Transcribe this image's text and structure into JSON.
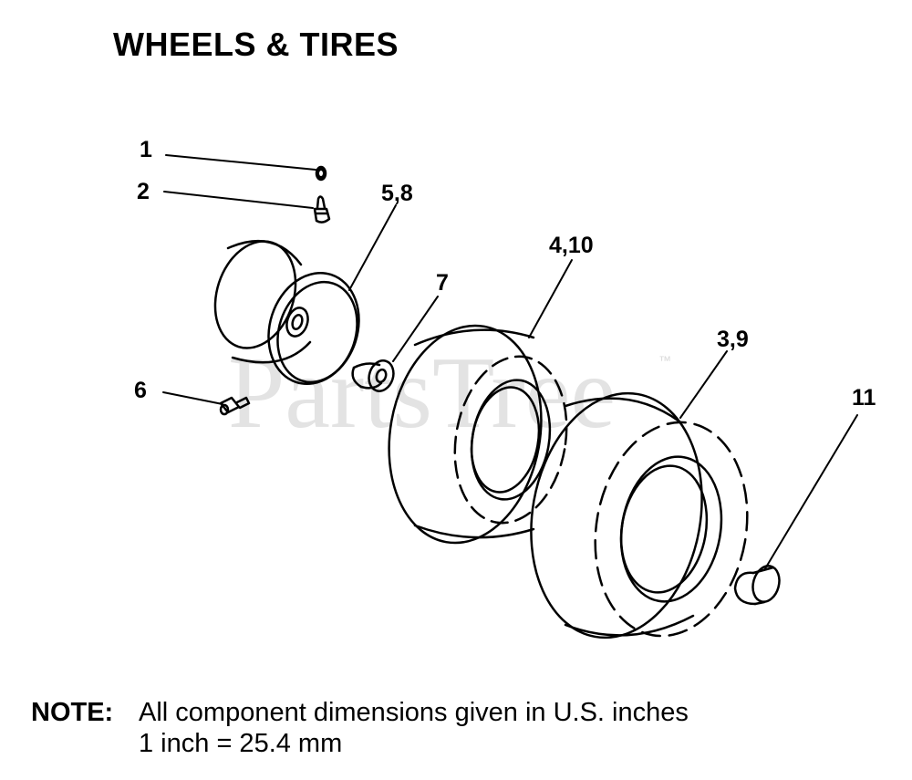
{
  "title": "WHEELS & TIRES",
  "watermark": "PartsTree",
  "watermark_mark": "™",
  "callouts": {
    "c1": "1",
    "c2": "2",
    "c3_9": "3,9",
    "c4_10": "4,10",
    "c5_8": "5,8",
    "c6": "6",
    "c7": "7",
    "c11": "11"
  },
  "note": {
    "label": "NOTE:",
    "line1": "All component dimensions given in U.S. inches",
    "line2": "1 inch = 25.4 mm"
  }
}
